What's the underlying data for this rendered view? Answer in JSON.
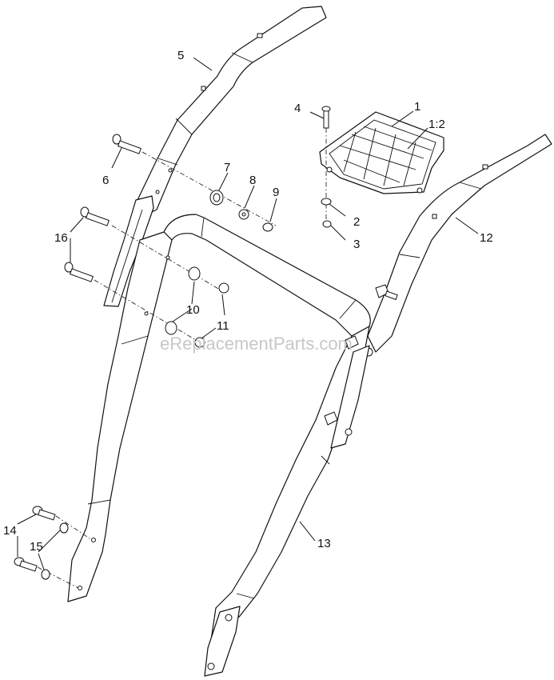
{
  "watermark": "eReplacementParts.com",
  "callouts": [
    {
      "id": "c1",
      "label": "1"
    },
    {
      "id": "c1-2",
      "label": "1:2"
    },
    {
      "id": "c2",
      "label": "2"
    },
    {
      "id": "c3",
      "label": "3"
    },
    {
      "id": "c4",
      "label": "4"
    },
    {
      "id": "c5",
      "label": "5"
    },
    {
      "id": "c6",
      "label": "6"
    },
    {
      "id": "c7",
      "label": "7"
    },
    {
      "id": "c8",
      "label": "8"
    },
    {
      "id": "c9",
      "label": "9"
    },
    {
      "id": "c10",
      "label": "10"
    },
    {
      "id": "c11",
      "label": "11"
    },
    {
      "id": "c12",
      "label": "12"
    },
    {
      "id": "c13",
      "label": "13"
    },
    {
      "id": "c14",
      "label": "14"
    },
    {
      "id": "c15",
      "label": "15"
    },
    {
      "id": "c16",
      "label": "16"
    }
  ]
}
